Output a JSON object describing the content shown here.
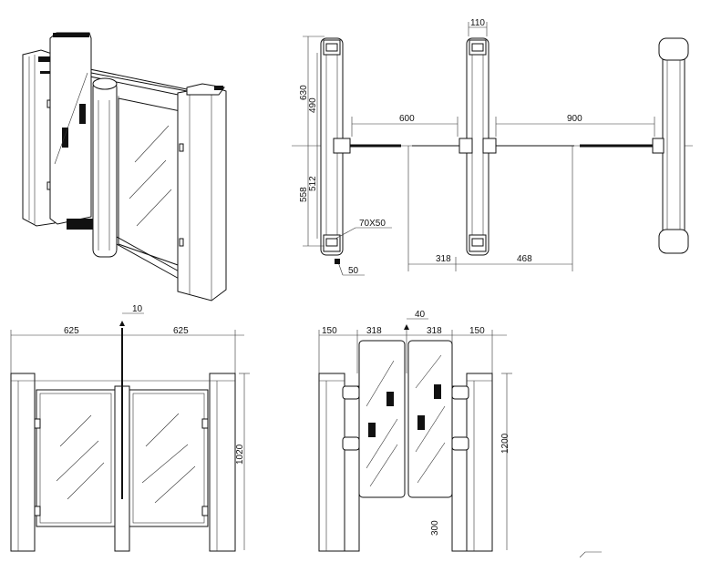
{
  "plan_view": {
    "dims": {
      "top_width": "110",
      "upper_total": "630",
      "upper_inner": "490",
      "lower_total": "558",
      "lower_inner": "512",
      "post_size": "70X50",
      "foot": "50",
      "gap_single": "600",
      "gap_double": "900",
      "leaf_left": "318",
      "leaf_right": "468"
    }
  },
  "front_view_single": {
    "dims": {
      "left_width": "625",
      "right_width": "625",
      "center_gap": "10",
      "height": "1020"
    }
  },
  "front_view_double": {
    "dims": {
      "side_left": "150",
      "leaf_left": "318",
      "center_gap": "40",
      "leaf_right": "318",
      "side_right": "150",
      "height": "1200",
      "bottom": "300"
    }
  }
}
